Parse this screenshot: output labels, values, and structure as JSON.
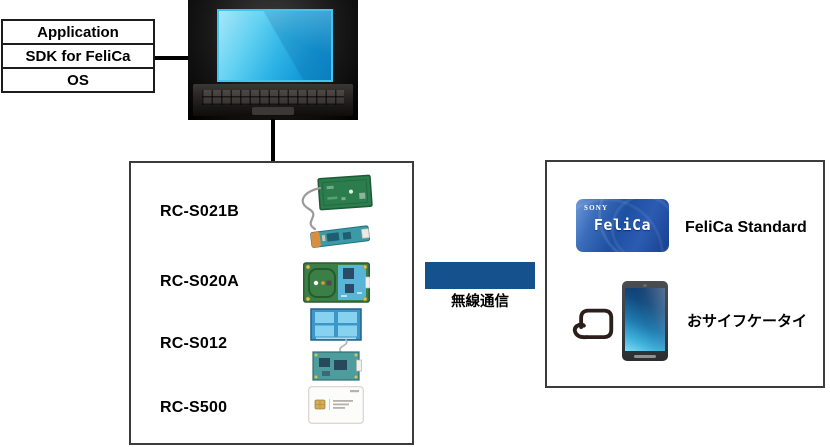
{
  "stack": {
    "items": [
      {
        "label": "Application"
      },
      {
        "label": "SDK for FeliCa"
      },
      {
        "label": "OS"
      }
    ]
  },
  "readers": {
    "items": [
      {
        "label": "RC-S021B"
      },
      {
        "label": "RC-S020A"
      },
      {
        "label": "RC-S012"
      },
      {
        "label": "RC-S500"
      }
    ]
  },
  "wireless": {
    "label": "無線通信"
  },
  "targets": {
    "card_brand": "SONY",
    "card_logo": "FeliCa",
    "card_label": "FeliCa Standard",
    "phone_label": "おサイフケータイ"
  },
  "colors": {
    "wireless_bar_blue": "#15518d",
    "felica_card_blue": "#1d4fa2",
    "laptop_screen_cyan": "#2fb4e6",
    "box_border": "#3c3c3c"
  }
}
